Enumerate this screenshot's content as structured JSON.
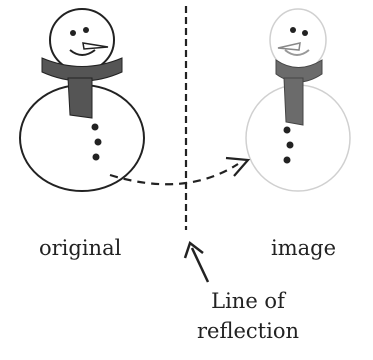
{
  "labels": {
    "original": "original",
    "image": "image",
    "line_of_reflection_1": "Line of",
    "line_of_reflection_2": "reflection"
  },
  "colors": {
    "outline": "#222222",
    "faded_outline": "#c8c8c8",
    "scarf": "#555555",
    "faded_scarf": "#6b6b6b",
    "button": "#222222"
  }
}
